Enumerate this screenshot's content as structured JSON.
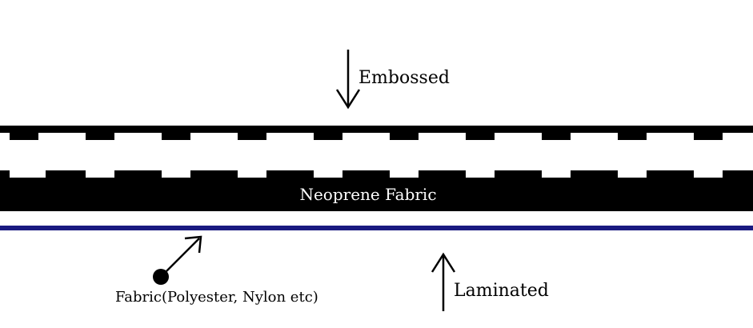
{
  "labels": {
    "embossed": "Embossed",
    "neoprene": "Neoprene  Fabric",
    "fabric": "Fabric(Polyester, Nylon etc)",
    "laminated": "Laminated"
  },
  "colors": {
    "neoprene": "#000000",
    "fabric_layer": "#1a1a80",
    "text_light": "#ffffff",
    "text_dark": "#000000"
  }
}
